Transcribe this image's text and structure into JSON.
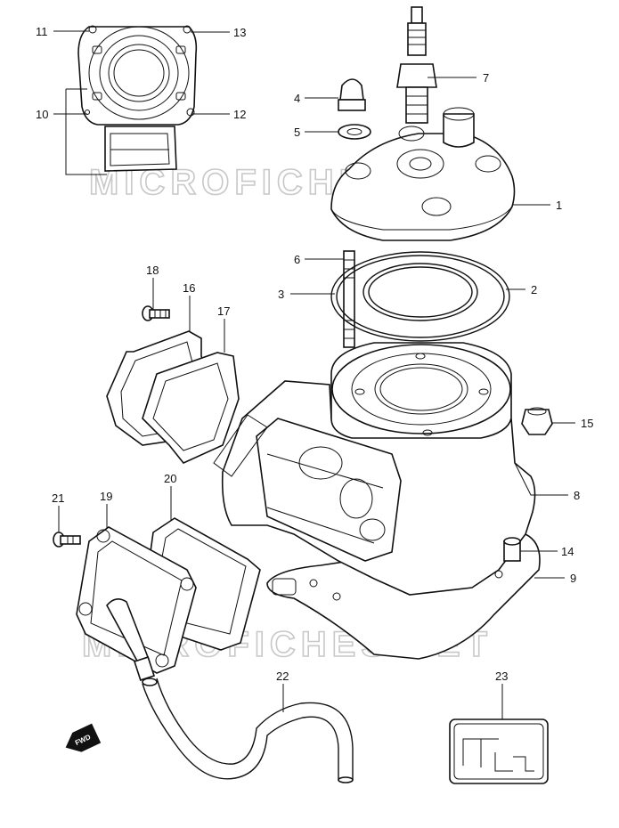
{
  "watermark": "MICROFICHES.NET",
  "fwd_label": "FWD",
  "callouts": [
    {
      "id": "c1",
      "label": "1"
    },
    {
      "id": "c2",
      "label": "2"
    },
    {
      "id": "c3",
      "label": "3"
    },
    {
      "id": "c4",
      "label": "4"
    },
    {
      "id": "c5",
      "label": "5"
    },
    {
      "id": "c6",
      "label": "6"
    },
    {
      "id": "c7",
      "label": "7"
    },
    {
      "id": "c8",
      "label": "8"
    },
    {
      "id": "c9",
      "label": "9"
    },
    {
      "id": "c10",
      "label": "10"
    },
    {
      "id": "c11",
      "label": "11"
    },
    {
      "id": "c12",
      "label": "12"
    },
    {
      "id": "c13",
      "label": "13"
    },
    {
      "id": "c14",
      "label": "14"
    },
    {
      "id": "c15",
      "label": "15"
    },
    {
      "id": "c16",
      "label": "16"
    },
    {
      "id": "c17",
      "label": "17"
    },
    {
      "id": "c18",
      "label": "18"
    },
    {
      "id": "c19",
      "label": "19"
    },
    {
      "id": "c20",
      "label": "20"
    },
    {
      "id": "c21",
      "label": "21"
    },
    {
      "id": "c22",
      "label": "22"
    },
    {
      "id": "c23",
      "label": "23"
    }
  ]
}
